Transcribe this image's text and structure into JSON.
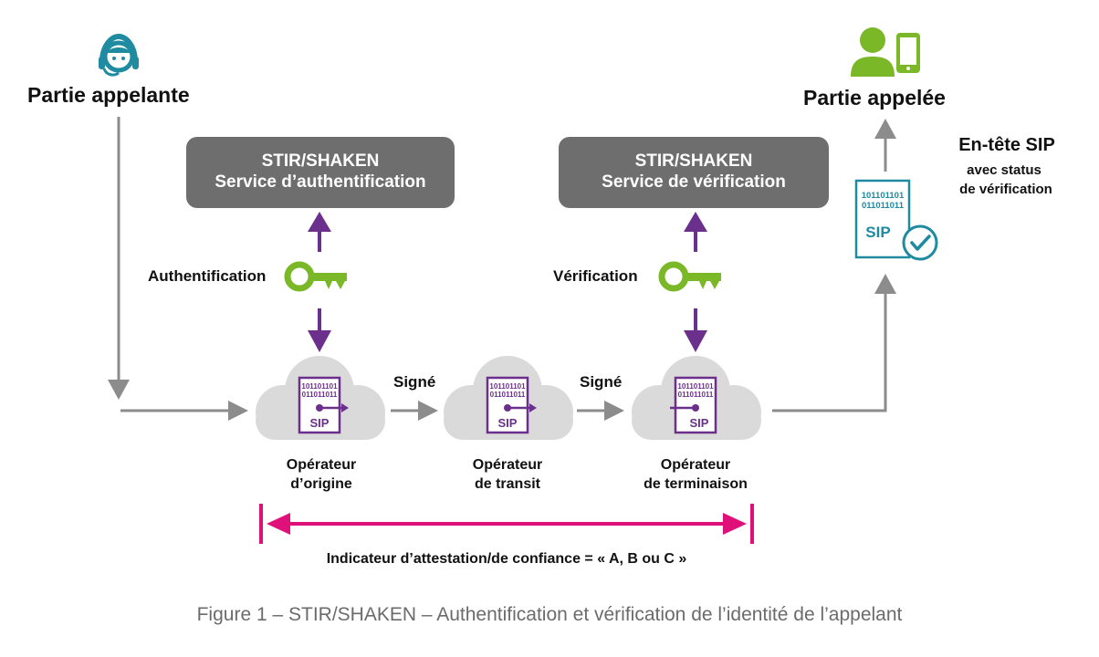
{
  "calling_party": {
    "label": "Partie appelante",
    "icon": "headset-person-icon"
  },
  "called_party": {
    "label": "Partie appelée",
    "icon": "person-phone-icon"
  },
  "auth_service": {
    "line1": "STIR/SHAKEN",
    "line2": "Service d’authentification"
  },
  "verif_service": {
    "line1": "STIR/SHAKEN",
    "line2": "Service de vérification"
  },
  "auth_key_label": "Authentification",
  "verif_key_label": "Vérification",
  "signed_label_1": "Signé",
  "signed_label_2": "Signé",
  "sip_header": {
    "title": "En-tête SIP",
    "line1": "avec status",
    "line2": "de vérification"
  },
  "sip_doc": {
    "binary1": "101101101",
    "binary2": "011011011",
    "text": "SIP"
  },
  "operators": [
    {
      "line1": "Opérateur",
      "line2": "d’origine"
    },
    {
      "line1": "Opérateur",
      "line2": "de transit"
    },
    {
      "line1": "Opérateur",
      "line2": "de terminaison"
    }
  ],
  "attestation_label": "Indicateur d’attestation/de confiance = « A, B ou C »",
  "caption": "Figure 1 – STIR/SHAKEN – Authentification et vérification de l’identité de l’appelant",
  "colors": {
    "purple": "#6b2f8c",
    "green": "#7ab828",
    "teal": "#1e8ba0",
    "grey": "#8c8c8c",
    "box": "#6e6e6e",
    "magenta": "#e0107a",
    "cloud": "#dadada"
  }
}
